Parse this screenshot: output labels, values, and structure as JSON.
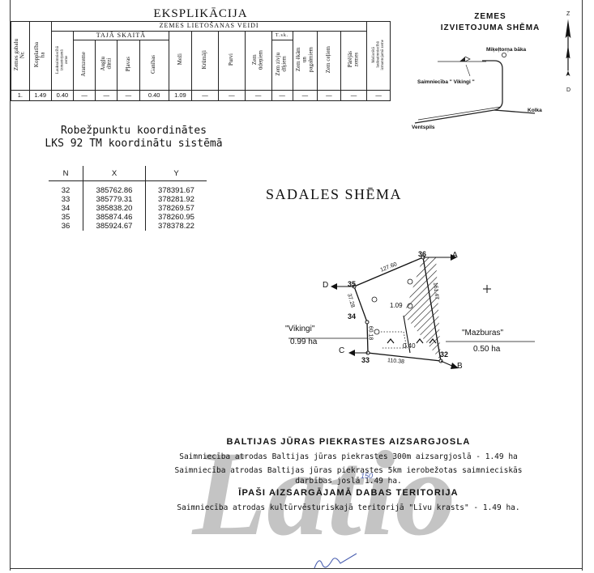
{
  "explication": {
    "title": "EKSPLIKĀCIJA",
    "land_use_types": "ZEMES LIETOŠANAS VEIDI",
    "including": "TAJĀ SKAITĀ",
    "tsk": "T.sk.",
    "columns": [
      "Zemes gabalu\nNr.",
      "Kopplatība\nha",
      "Lauksaimniecībā\nizmantojamā\nzeme",
      "Aramzeme",
      "Augļu\ndārzi",
      "Pļavas",
      "Ganības",
      "Meži",
      "Krūmāji",
      "Purvi",
      "Zem\nūdeņiem",
      "Zem zivju\ndīķiem",
      "Zem ēkām\nun\npagalmiem",
      "Zem ceļiem",
      "Pārējās\nzemes",
      "Meliorētā\nlauksaimniecībā\nizmantojamā zeme"
    ],
    "row": [
      "1.",
      "1.49",
      "0.40",
      "—",
      "—",
      "—",
      "0.40",
      "1.09",
      "—",
      "—",
      "—",
      "—",
      "—",
      "—",
      "—",
      "—"
    ]
  },
  "location": {
    "title_line1": "ZEMES",
    "title_line2": "IZVIETOJUMA SHĒMA",
    "labels": {
      "lighthouse": "Miķeļtorņa bāka",
      "farm": "Saimniecība \" Vikingi \"",
      "kolka": "Kolka",
      "ventspils": "Ventspils"
    }
  },
  "compass": {
    "north": "Z",
    "south": "D"
  },
  "coordinates": {
    "title_line1": "Robežpunktu koordinātes",
    "title_line2": "LKS 92 TM  koordinātu sistēmā",
    "headers": {
      "n": "N",
      "x": "X",
      "y": "Y"
    },
    "rows": [
      {
        "n": "32",
        "x": "385762.86",
        "y": "378391.67"
      },
      {
        "n": "33",
        "x": "385779.31",
        "y": "378281.92"
      },
      {
        "n": "34",
        "x": "385838.20",
        "y": "378269.57"
      },
      {
        "n": "35",
        "x": "385874.46",
        "y": "378260.95"
      },
      {
        "n": "36",
        "x": "385924.67",
        "y": "378378.22"
      }
    ]
  },
  "sadales": {
    "title": "SADALES SHĒMA",
    "points": {
      "p32": "32",
      "p33": "33",
      "p34": "34",
      "p35": "35",
      "p36": "36"
    },
    "directions": {
      "a": "A",
      "b": "B",
      "c": "C",
      "d": "D"
    },
    "distances": {
      "d36_35": "127.60",
      "d36_32": "161.47",
      "d35_34": "37.28",
      "d34_33": "60.18",
      "d33_32": "110.38"
    },
    "areas": {
      "main": "1.09",
      "small": "0.40"
    },
    "neighbors": {
      "vikingi_name": "\"Vikingi\"",
      "vikingi_area": "0.99 ha",
      "mazburas_name": "\"Mazburas\"",
      "mazburas_area": "0.50 ha"
    }
  },
  "bottom": {
    "heading1": "BALTIJAS JŪRAS PIEKRASTES AIZSARGJOSLA",
    "line1": "Saimniecība atrodas Baltijas jūras piekrastes 300m  aizsargjoslā - 1.49 ha",
    "line2": "Saimniecība atrodas Baltijas jūras piekrastes 5km  ierobežotas saimnieciskās",
    "line3": "darbības joslā 1.49 ha.",
    "heading2": "ĪPAŠI AIZSARGĀJAMĀ  DABAS TERITORIJA",
    "line4": "Saimniecība atrodas kultūrvēsturiskajā teritorijā \"Līvu krasts\" - 1.49 ha.",
    "handwritten_note": "150"
  },
  "watermark": {
    "text": "Latio"
  }
}
